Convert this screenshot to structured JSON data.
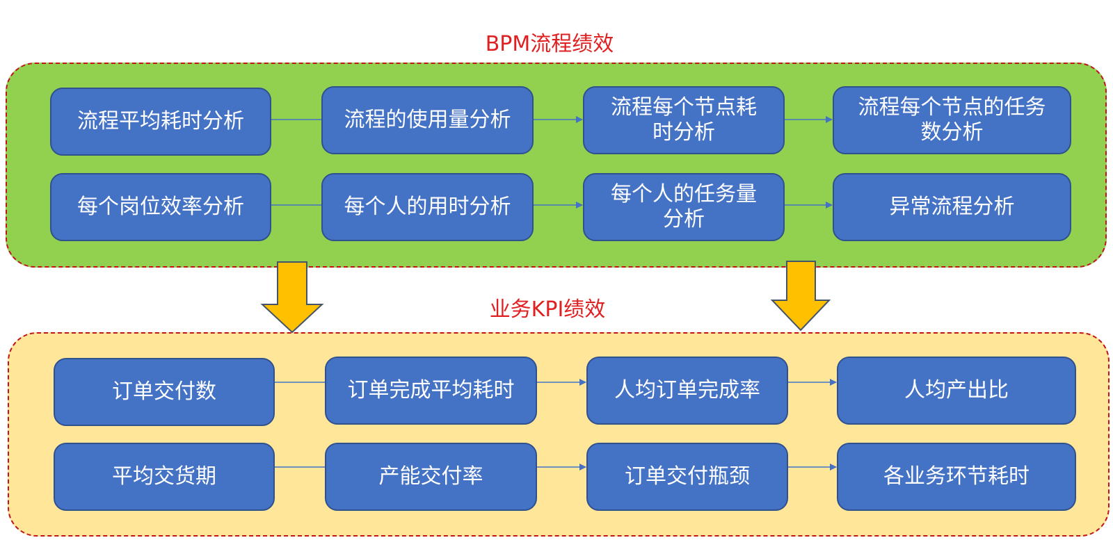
{
  "bpm_section": {
    "title": "BPM流程绩效",
    "colors": {
      "background": "#92d050",
      "border": "#c0141c",
      "box": "#4472c4"
    },
    "rows": [
      [
        "流程平均耗时分析",
        "流程的使用量分析",
        "流程每个节点耗时分析",
        "流程每个节点的任务数分析"
      ],
      [
        "每个岗位效率分析",
        "每个人的用时分析",
        "每个人的任务量分析",
        "异常流程分析"
      ]
    ],
    "connectors": [
      {
        "from": 0,
        "to": 1,
        "arrowhead": false
      },
      {
        "from": 1,
        "to": 2,
        "arrowhead": true
      },
      {
        "from": 2,
        "to": 3,
        "arrowhead": true
      }
    ]
  },
  "kpi_section": {
    "title": "业务KPI绩效",
    "colors": {
      "background": "#ffe699",
      "border": "#c0141c",
      "box": "#4472c4"
    },
    "rows": [
      [
        "订单交付数",
        "订单完成平均耗时",
        "人均订单完成率",
        "人均产出比"
      ],
      [
        "平均交货期",
        "产能交付率",
        "订单交付瓶颈",
        "各业务环节耗时"
      ]
    ],
    "connectors": [
      {
        "from": 0,
        "to": 1,
        "arrowhead": false
      },
      {
        "from": 1,
        "to": 2,
        "arrowhead": true
      },
      {
        "from": 2,
        "to": 3,
        "arrowhead": true
      }
    ]
  },
  "flow_arrows": [
    {
      "from": "bpm_section",
      "to": "kpi_section",
      "color": "#ffc000",
      "label": "down-arrow-left"
    },
    {
      "from": "bpm_section",
      "to": "kpi_section",
      "color": "#ffc000",
      "label": "down-arrow-right"
    }
  ]
}
